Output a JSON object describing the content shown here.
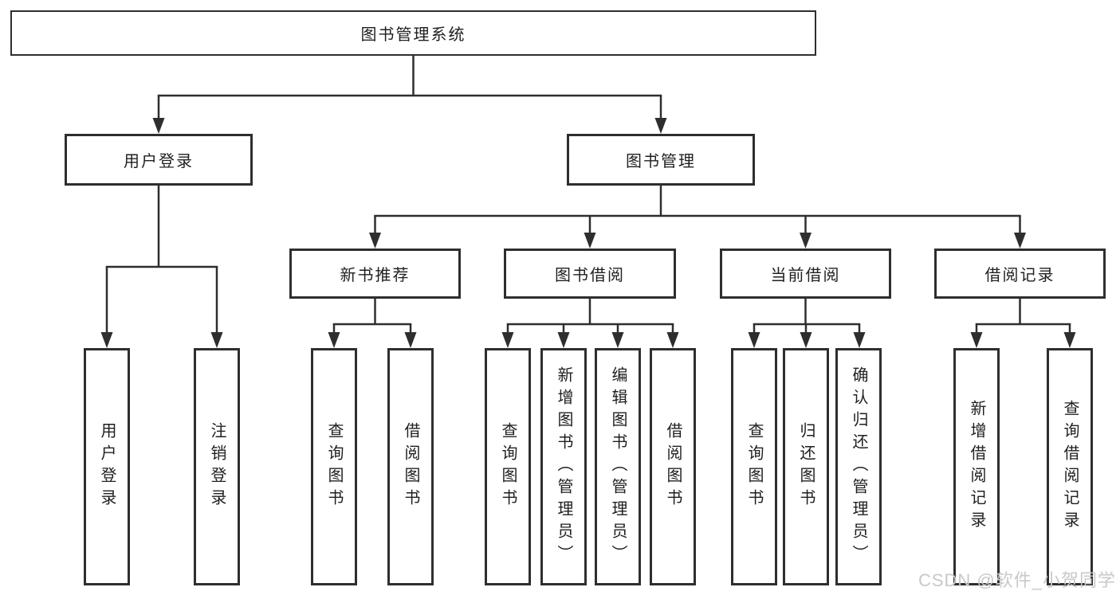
{
  "nodes": {
    "root": "图书管理系统",
    "user_login": "用户登录",
    "book_management": "图书管理",
    "new_book_recommend": "新书推荐",
    "book_borrowing": "图书借阅",
    "current_borrowing": "当前借阅",
    "borrowing_records": "借阅记录",
    "leaf_user_login": "用户登录",
    "leaf_logout": "注销登录",
    "nbr_query_books": "查询图书",
    "nbr_borrow_books": "借阅图书",
    "bb_query_books": "查询图书",
    "bb_add_books_admin": "新增图书（管理员）",
    "bb_edit_books_admin": "编辑图书（管理员）",
    "bb_borrow_books": "借阅图书",
    "cb_query_books": "查询图书",
    "cb_return_books": "归还图书",
    "cb_confirm_return_admin": "确认归还（管理员）",
    "br_add_record": "新增借阅记录",
    "br_query_record": "查询借阅记录"
  },
  "watermark": "CSDN @软件_小贺同学",
  "colors": {
    "line": "#2e2e2e",
    "text": "#1f1f1f",
    "watermark": "#c8c8c8",
    "background": "#ffffff"
  }
}
